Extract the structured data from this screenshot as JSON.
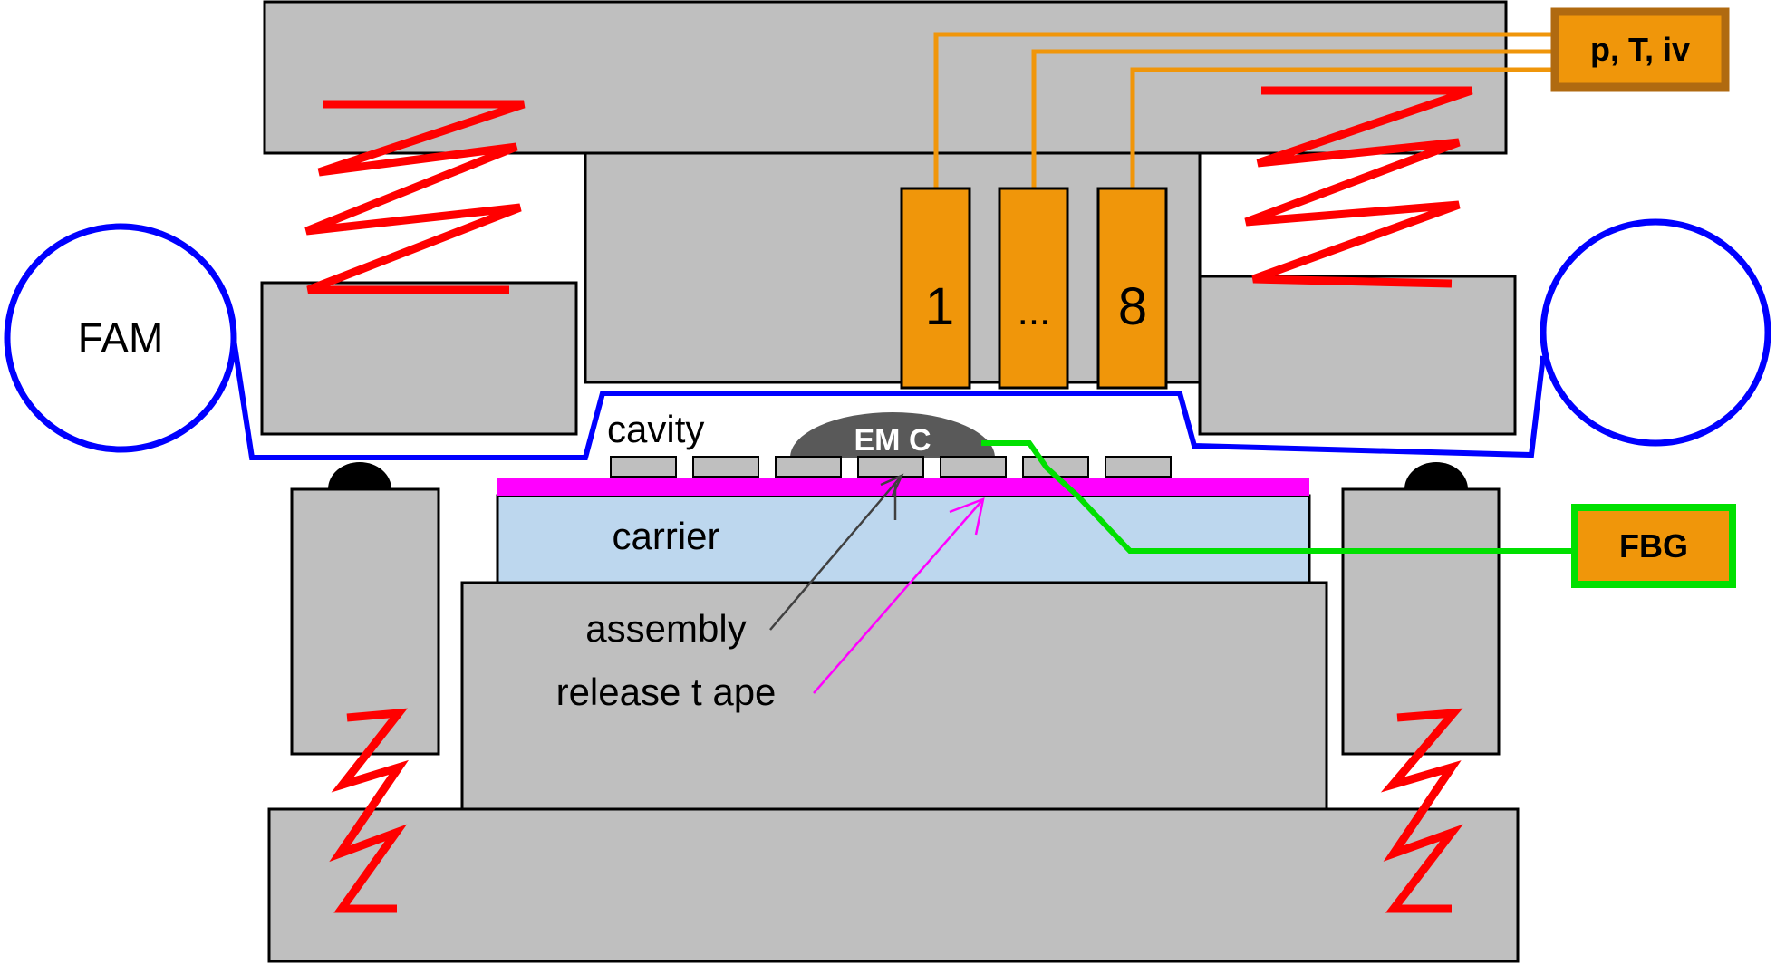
{
  "labels": {
    "fam": "FAM",
    "cavity": "cavity",
    "emc": "EM C",
    "carrier": "carrier",
    "assembly": "assembly",
    "release_tape": "release t ape",
    "fbg": "FBG",
    "ptiv": "p, T, iv",
    "sensor_1": "1",
    "sensor_mid": "...",
    "sensor_8": "8"
  },
  "colors": {
    "mold_gray": "#bfbfbf",
    "spring_red": "#ff0000",
    "film_blue": "#0000ff",
    "sensor_orange": "#f0960a",
    "ptiv_orange": "#d4861a",
    "fbg_green": "#00e000",
    "release_tape_magenta": "#ff00ff",
    "carrier_blue": "#bdd7ee",
    "emc_dark": "#595959"
  }
}
